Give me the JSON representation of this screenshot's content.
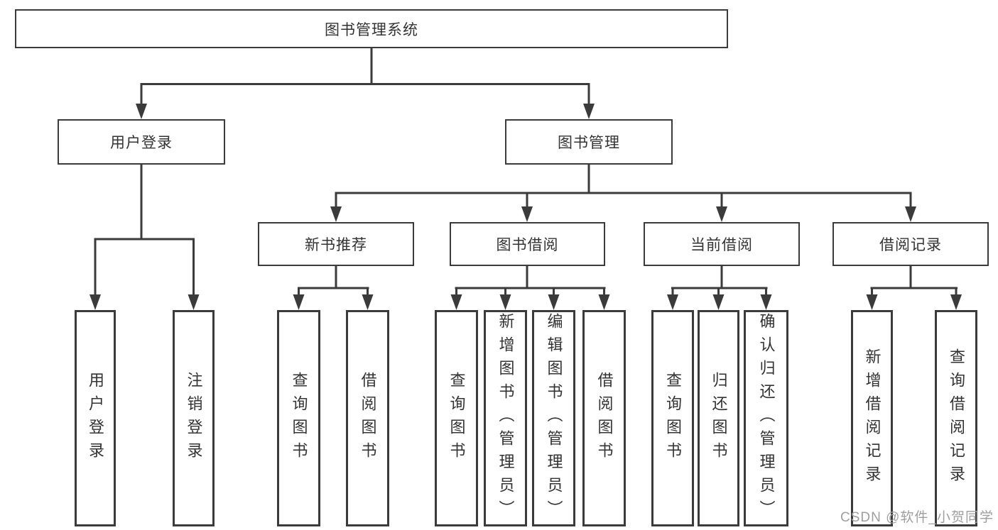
{
  "tree": {
    "root": "图书管理系统",
    "branches": [
      {
        "label": "用户登录",
        "leaves": [
          "用户登录",
          "注销登录"
        ]
      },
      {
        "label": "图书管理",
        "children": [
          {
            "label": "新书推荐",
            "leaves": [
              "查询图书",
              "借阅图书"
            ]
          },
          {
            "label": "图书借阅",
            "leaves": [
              "查询图书",
              "新增图书（管理员）",
              "编辑图书（管理员）",
              "借阅图书"
            ]
          },
          {
            "label": "当前借阅",
            "leaves": [
              "查询图书",
              "归还图书",
              "确认归还（管理员）"
            ]
          },
          {
            "label": "借阅记录",
            "leaves": [
              "新增借阅记录",
              "查询借阅记录"
            ]
          }
        ]
      }
    ]
  },
  "watermark": {
    "text": "CSDN @软件_小贺同学",
    "color": "#9e9e9e"
  },
  "colors": {
    "line": "#3b3b3b",
    "box_border": "#3b3b3b",
    "text": "#333333",
    "background": "#ffffff"
  }
}
